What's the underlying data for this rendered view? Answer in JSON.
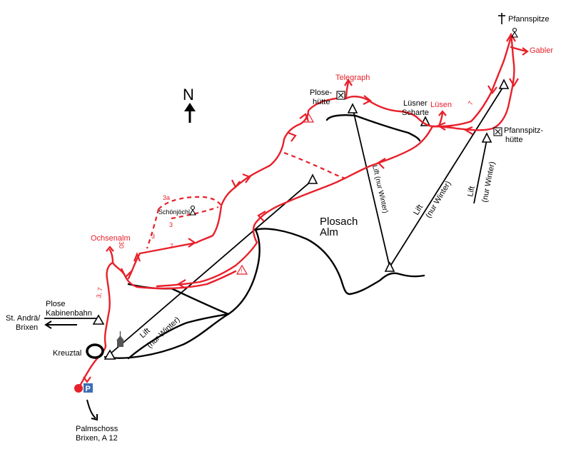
{
  "north": {
    "letter": "N"
  },
  "places": {
    "pfannspitze": "Pfannspitze",
    "gabler": "Gabler",
    "telegraph": "Telegraph",
    "ploseh_1": "Plose-",
    "ploseh_2": "hütte",
    "luesner_1": "Lüsner",
    "luesner_2": "Scharte",
    "luesen": "Lüsen",
    "pfannh_1": "Pfannspitz-",
    "pfannh_2": "hütte",
    "plosach_1": "Plosach",
    "plosach_2": "Alm",
    "schoenjoechl": "Schönjöchl",
    "ochsenalm": "Ochsenalm",
    "kabine_1": "Plose",
    "kabine_2": "Kabinenbahn",
    "standrae_1": "St. Andrä/",
    "standrae_2": "Brixen",
    "kreuztal": "Kreuztal",
    "palm_1": "Palmschoss",
    "palm_2": "Brixen, A 12",
    "parking": "P"
  },
  "lifts": {
    "lift_a": "Lift",
    "lift_a2": "(nur Winter)",
    "lift_b": "Lift (nur Winter)",
    "lift_c": "Lift",
    "lift_c2": "(nur Winter)",
    "lift_d": "Lift",
    "lift_d2": "(nur Winter)"
  },
  "trail_numbers": {
    "n7_top": "7",
    "n3a": "3a",
    "n3_right": "3",
    "n3_left": "3",
    "n7_mid": "7",
    "n30": "30",
    "n37": "3, 7",
    "warn1": "!",
    "warn2": "!"
  },
  "colors": {
    "trail": "#e8202a",
    "road": "#000000",
    "parking": "#3b6fb6"
  }
}
